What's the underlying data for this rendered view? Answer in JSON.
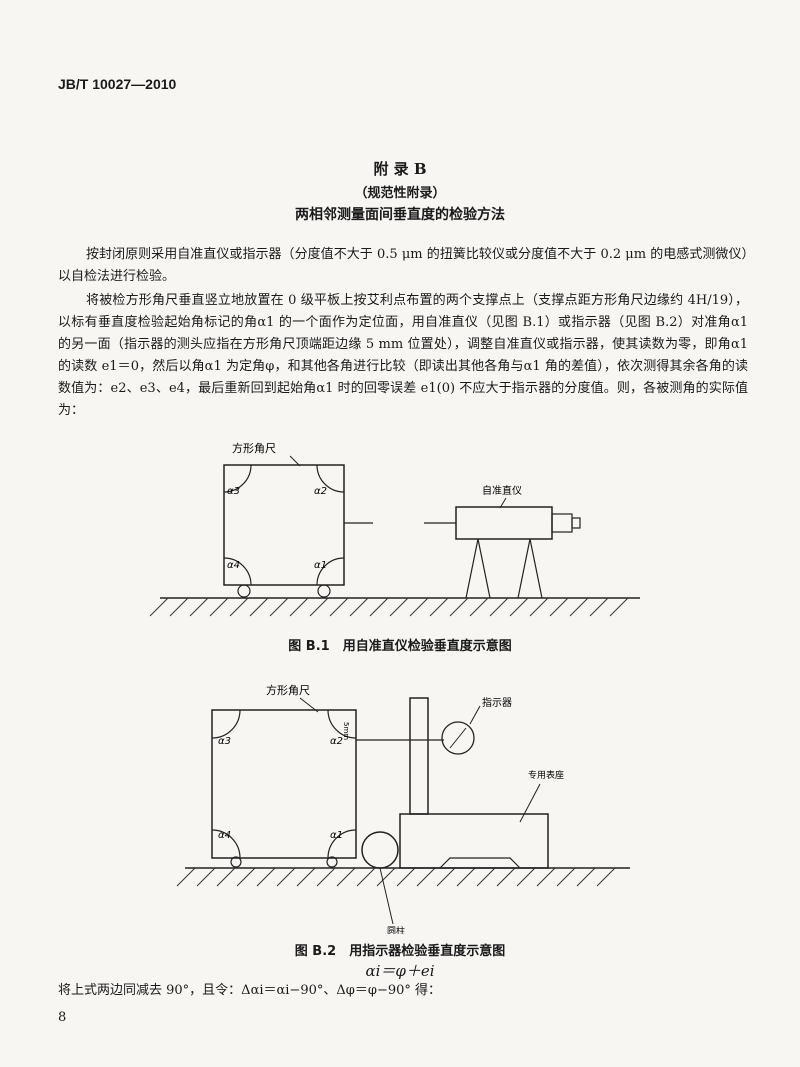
{
  "header": {
    "doc_code": "JB/T 10027—2010"
  },
  "appendix": {
    "title": "附 录 B",
    "subtitle": "（规范性附录）",
    "heading": "两相邻测量面间垂直度的检验方法"
  },
  "paragraphs": [
    "按封闭原则采用自准直仪或指示器（分度值不大于 0.5 μm 的扭簧比较仪或分度值不大于 0.2 μm 的电感式测微仪）以自检法进行检验。",
    "将被检方形角尺垂直竖立地放置在 0 级平板上按艾利点布置的两个支撑点上（支撑点距方形角尺边缘约 4H/19），以标有垂直度检验起始角标记的角α1 的一个面作为定位面，用自准直仪（见图 B.1）或指示器（见图 B.2）对准角α1 的另一面（指示器的测头应指在方形角尺顶端距边缘 5 mm 位置处），调整自准直仪或指示器，使其读数为零，即角α1 的读数 e1＝0，然后以角α1 为定角φ，和其他各角进行比较（即读出其他各角与α1 角的差值），依次测得其余各角的读数值为：e2、e3、e4，最后重新回到起始角α1 时的回零误差 e1(0) 不应大于指示器的分度值。则，各被测角的实际值为："
  ],
  "figure1": {
    "label_square": "方形角尺",
    "label_collimator": "自准直仪",
    "angles": [
      "α3",
      "α2",
      "α4",
      "α1"
    ],
    "caption": "图 B.1　用自准直仪检验垂直度示意图"
  },
  "figure2": {
    "label_square": "方形角尺",
    "label_indicator": "指示器",
    "label_stand": "专用表座",
    "label_cylinder": "圆柱",
    "label_5mm": "5mm",
    "angles": [
      "α3",
      "α2",
      "α4",
      "α1"
    ],
    "caption": "图 B.2　用指示器检验垂直度示意图"
  },
  "formula": "αi＝φ＋ei",
  "closing_text": "将上式两边同减去 90°，且令：Δαi＝αi−90°、Δφ＝φ−90° 得：",
  "page_number": "8"
}
